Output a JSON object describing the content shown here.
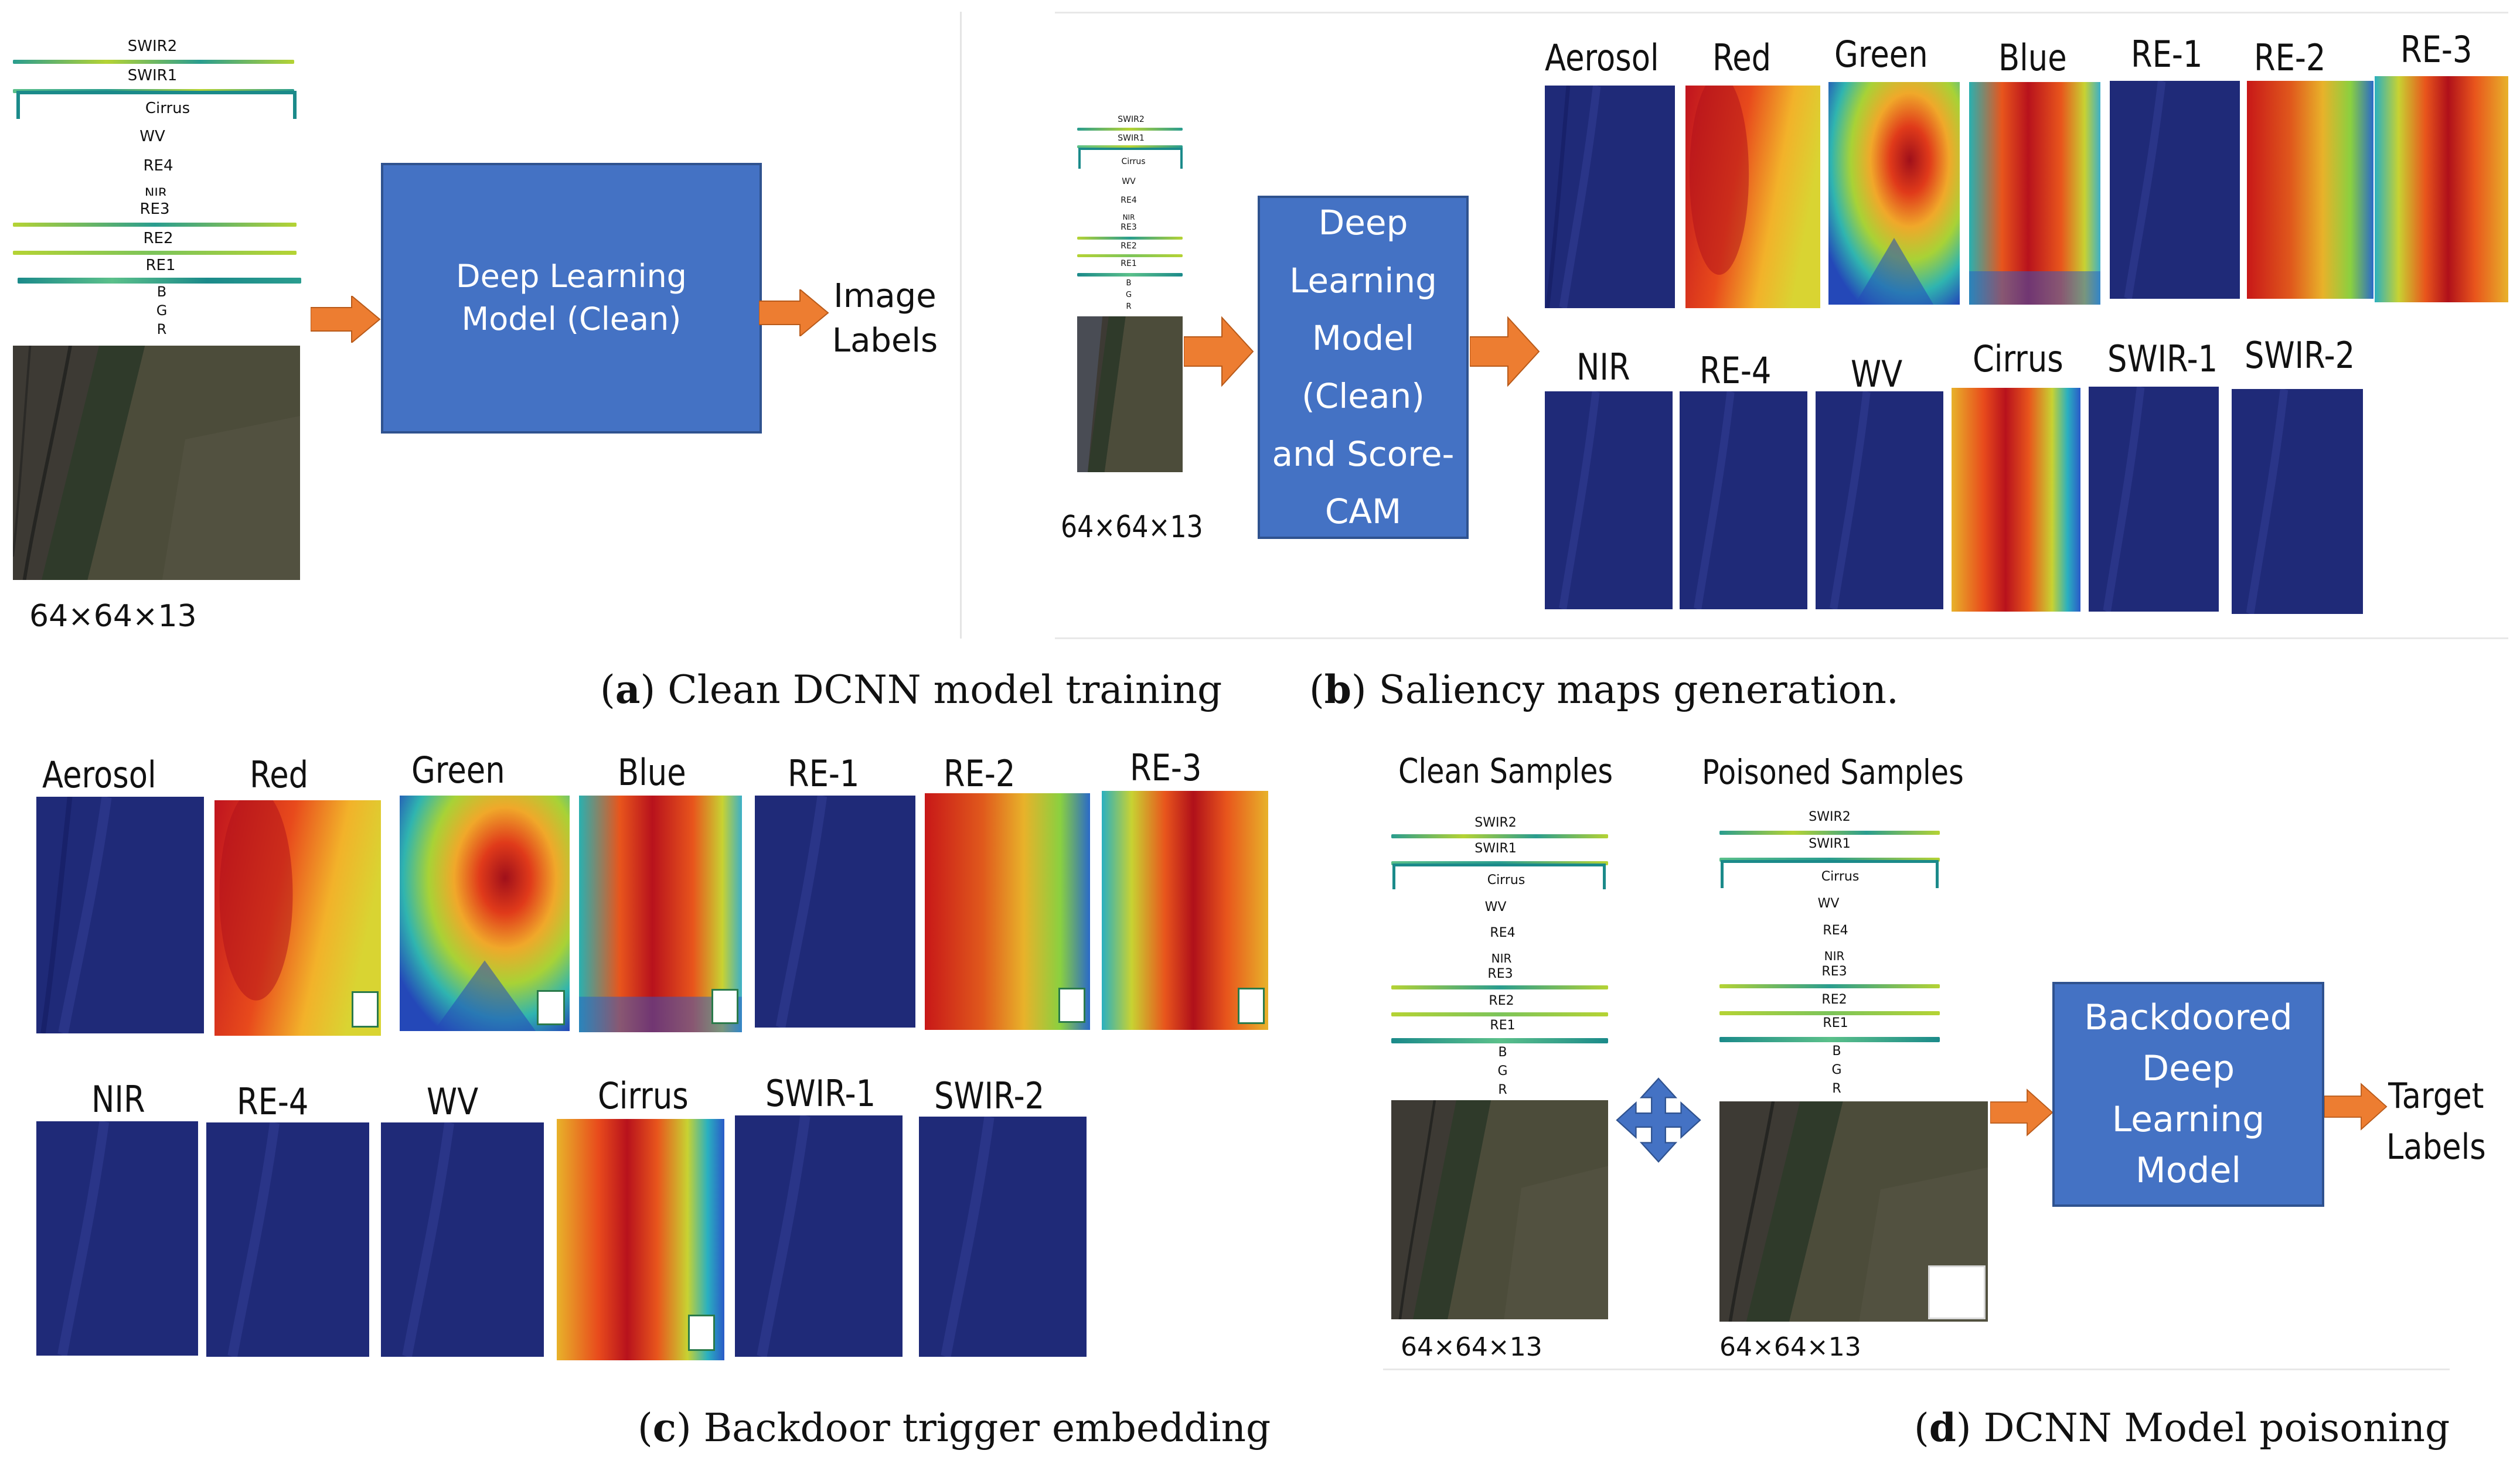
{
  "colors": {
    "box_blue": "#4472c4",
    "arrow_orange": "#ed7d31",
    "band_green": "#2a9d8f",
    "band_lime": "#b5d334",
    "dark_blue": "#1f2a78"
  },
  "panel_a": {
    "bands": [
      "SWIR2",
      "SWIR1",
      "Cirrus",
      "WV",
      "RE4",
      "NIR",
      "RE3",
      "RE2",
      "RE1",
      "B",
      "G",
      "R"
    ],
    "model_label": "Deep Learning Model (Clean)",
    "output_label": "Image Labels",
    "dims": "64×64×13",
    "caption_letter": "a",
    "caption_text": " Clean DCNN model training"
  },
  "panel_b": {
    "bands": [
      "SWIR2",
      "SWIR1",
      "Cirrus",
      "WV",
      "RE4",
      "NIR",
      "RE3",
      "RE2",
      "RE1",
      "B",
      "G",
      "R"
    ],
    "model_label": "Deep Learning Model (Clean) and Score-CAM",
    "dims": "64×64×13",
    "maps_row1": [
      "Aerosol",
      "Red",
      "Green",
      "Blue",
      "RE-1",
      "RE-2",
      "RE-3"
    ],
    "maps_row2": [
      "NIR",
      "RE-4",
      "WV",
      "Cirrus",
      "SWIR-1",
      "SWIR-2"
    ],
    "caption_letter": "b",
    "caption_text": " Saliency maps generation."
  },
  "panel_c": {
    "maps_row1": [
      "Aerosol",
      "Red",
      "Green",
      "Blue",
      "RE-1",
      "RE-2",
      "RE-3"
    ],
    "maps_row2": [
      "NIR",
      "RE-4",
      "WV",
      "Cirrus",
      "SWIR-1",
      "SWIR-2"
    ],
    "caption_letter": "c",
    "caption_text": " Backdoor trigger embedding"
  },
  "panel_d": {
    "clean_title": "Clean Samples",
    "poisoned_title": "Poisoned Samples",
    "bands": [
      "SWIR2",
      "SWIR1",
      "Cirrus",
      "WV",
      "RE4",
      "NIR",
      "RE3",
      "RE2",
      "RE1",
      "B",
      "G",
      "R"
    ],
    "model_label": "Backdoored Deep Learning Model",
    "output_label": "Target Labels",
    "dims_clean": "64×64×13",
    "dims_poisoned": "64×64×13",
    "caption_letter": "d",
    "caption_text": " DCNN Model poisoning"
  }
}
